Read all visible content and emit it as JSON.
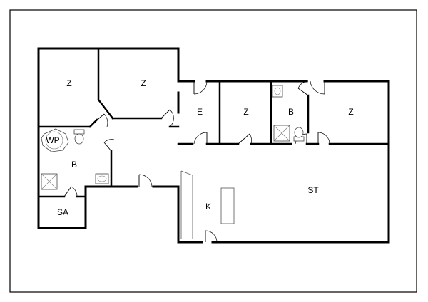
{
  "rooms": [
    {
      "key": "bed1",
      "label": "Z"
    },
    {
      "key": "bed2",
      "label": "Z"
    },
    {
      "key": "entry",
      "label": "E"
    },
    {
      "key": "bed3",
      "label": "Z"
    },
    {
      "key": "bath2",
      "label": "B"
    },
    {
      "key": "bed4",
      "label": "Z"
    },
    {
      "key": "whirlpool",
      "label": "WP"
    },
    {
      "key": "bath1",
      "label": "B"
    },
    {
      "key": "sauna",
      "label": "SA"
    },
    {
      "key": "kitchen",
      "label": "K"
    },
    {
      "key": "living",
      "label": "ST"
    }
  ]
}
